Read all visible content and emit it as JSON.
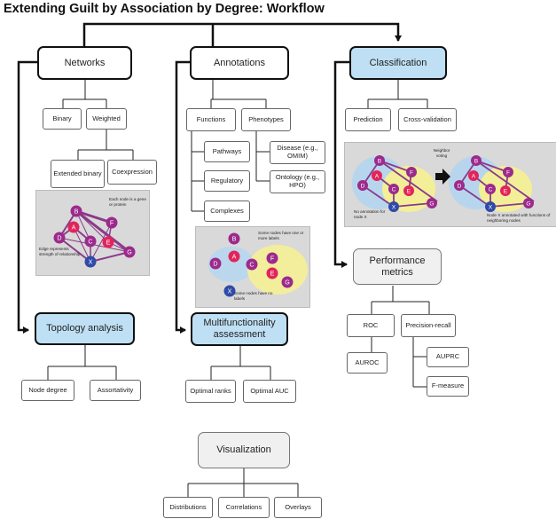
{
  "title": "Extending Guilt by Association by Degree: Workflow",
  "main": {
    "networks": "Networks",
    "annotations": "Annotations",
    "classification": "Classification"
  },
  "networks": {
    "binary": "Binary",
    "weighted": "Weighted",
    "extended_binary": "Extended binary",
    "coexpression": "Coexpression",
    "topology_analysis": "Topology analysis",
    "node_degree": "Node degree",
    "assortativity": "Assortativity",
    "panel_gene_note": "Each node is a gene or protein",
    "panel_edge_note": "Edge represents strength of relationship"
  },
  "annotations": {
    "functions": "Functions",
    "phenotypes": "Phenotypes",
    "pathways": "Pathways",
    "regulatory": "Regulatory",
    "complexes": "Complexes",
    "disease": "Disease (e.g., OMIM)",
    "ontology": "Ontology (e.g., HPO)",
    "multifunctionality": "Multifunctionality assessment",
    "optimal_ranks": "Optimal ranks",
    "optimal_auc": "Optimal AUC",
    "panel_labels_note": "Some nodes have one or more labels",
    "panel_nolabels_note": "Some nodes have no labels"
  },
  "classification": {
    "prediction": "Prediction",
    "cross_validation": "Cross-validation",
    "neighbor_voting": "Neighbor voting",
    "no_annotation": "No annotation for node X",
    "annotated": "Node X annotated with functions of neighboring nodes",
    "performance": "Performance metrics",
    "roc": "ROC",
    "auroc": "AUROC",
    "precision_recall": "Precision-recall",
    "auprc": "AUPRC",
    "fmeasure": "F-measure"
  },
  "visualization": {
    "title": "Visualization",
    "distributions": "Distributions",
    "correlations": "Correlations",
    "overlays": "Overlays"
  },
  "colors": {
    "highlight_box": "#bfe0f4",
    "node_purple": "#9c2a8c",
    "node_red": "#e2245a",
    "node_blue": "#2f4aa8",
    "label_yellow": "#f3ef98",
    "label_blue": "#b7d6ee",
    "panel_grey": "#d9d9d9"
  },
  "network_graph": {
    "nodes": [
      "B",
      "A",
      "C",
      "D",
      "F",
      "E",
      "G",
      "X"
    ]
  }
}
